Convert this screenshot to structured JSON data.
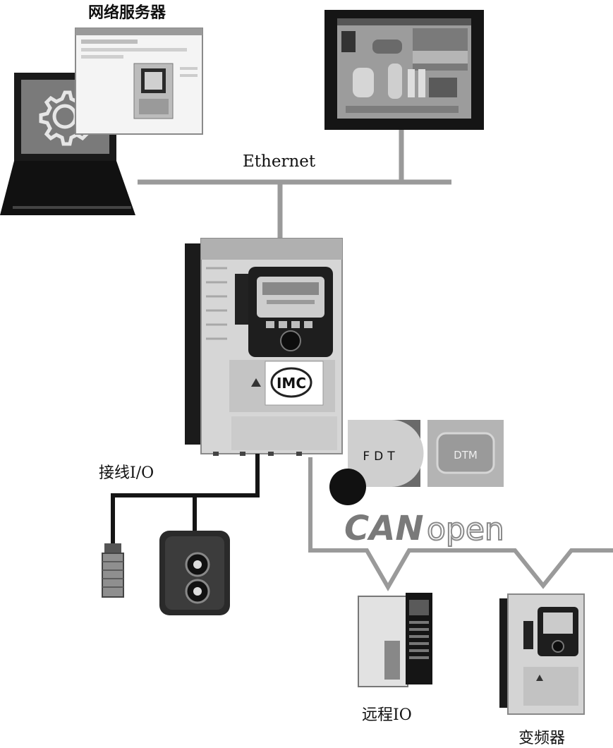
{
  "labels": {
    "web_server": "网络服务器",
    "ethernet": "Ethernet",
    "wired_io": "接线I/O",
    "remote_io": "远程IO",
    "drive": "变频器"
  },
  "logos": {
    "imc": "IMC",
    "fdt": "FDT",
    "dtm": "DTM",
    "canopen_bold": "CAN",
    "canopen_light": "open"
  },
  "colors": {
    "bus_line": "#9a9a9a",
    "io_cable": "#151515",
    "device_body": "#d8d8d8"
  }
}
